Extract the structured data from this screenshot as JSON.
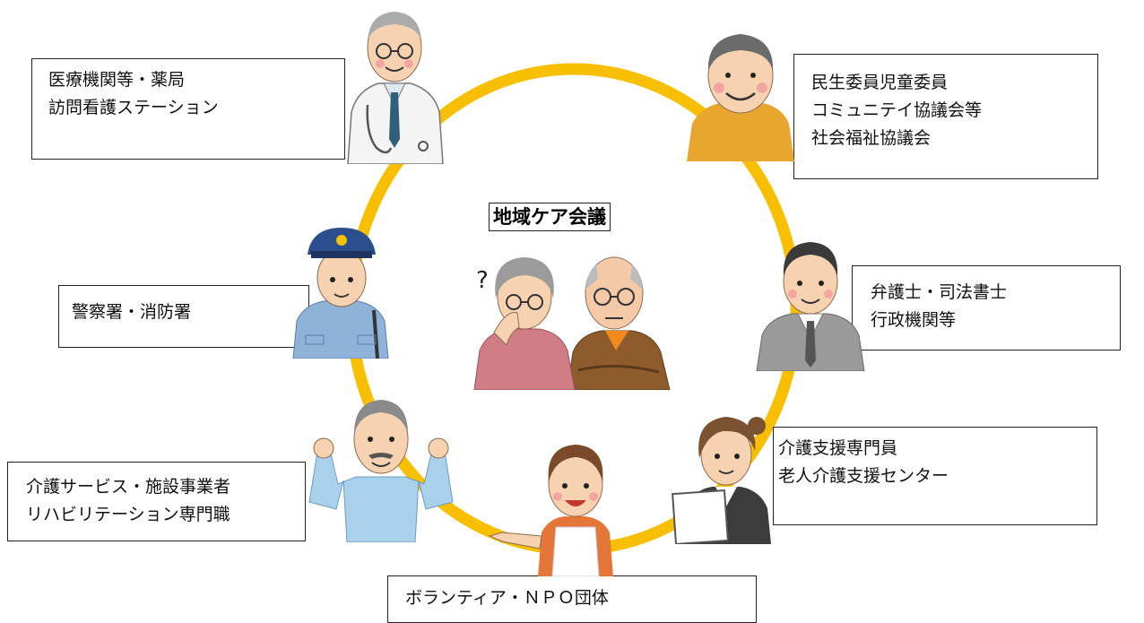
{
  "diagram": {
    "center_title": "地域ケア会議",
    "nodes": [
      {
        "id": "medical",
        "lines": [
          "医療機関等・薬局",
          "訪問看護ステーション"
        ]
      },
      {
        "id": "welfare",
        "lines": [
          "民生委員児童委員",
          "コミュニテイ協議会等",
          "社会福祉協議会"
        ]
      },
      {
        "id": "police",
        "lines": [
          "警察署・消防署"
        ]
      },
      {
        "id": "legal",
        "lines": [
          "弁護士・司法書士",
          "行政機関等"
        ]
      },
      {
        "id": "care-service",
        "lines": [
          "介護サービス・施設事業者",
          "リハビリテーション専門職"
        ]
      },
      {
        "id": "care-manager",
        "lines": [
          "介護支援専門員",
          "老人介護支援センター"
        ]
      },
      {
        "id": "volunteer",
        "lines": [
          "ボランティア・ＮＰＯ団体"
        ]
      }
    ],
    "question_mark": "?",
    "colors": {
      "ring": "#f8bf00",
      "box_border": "#222222"
    }
  }
}
